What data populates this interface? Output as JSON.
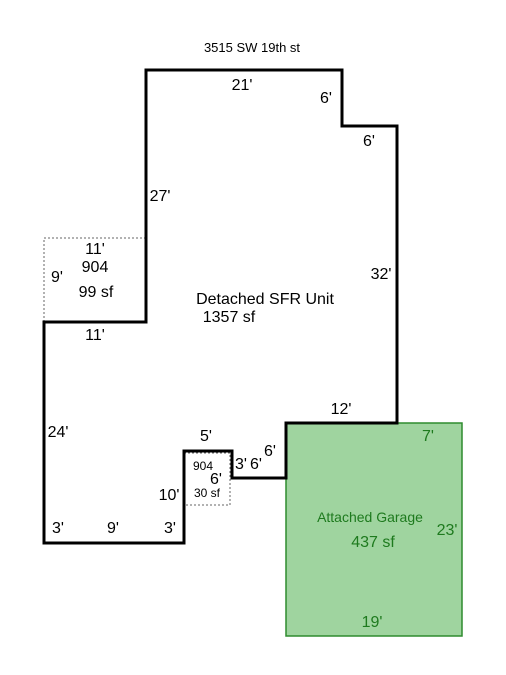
{
  "title": "3515 SW 19th st",
  "colors": {
    "wall": "#000000",
    "garage_fill": "#9fd49f",
    "garage_stroke": "#2e8b2e",
    "garage_text": "#1e7a1e",
    "dotted": "#666666"
  },
  "main_unit": {
    "name": "Detached SFR Unit",
    "area": "1357 sf",
    "dims": {
      "top": "21'",
      "notch_vertical": "6'",
      "notch_horizontal": "6'",
      "right": "32'",
      "bottom_right": "12'",
      "upper_left": "27'",
      "mid_left": "11'",
      "left": "24'",
      "bottom_left": "3'",
      "bottom_mid": "9'",
      "bottom_inner": "3'",
      "step_vertical": "10'",
      "step_top": "5'",
      "step_right_a": "3'",
      "step_right_b": "6'",
      "step_right_c": "6'"
    }
  },
  "annex_a": {
    "top": "11'",
    "code": "904",
    "side": "9'",
    "area": "99 sf"
  },
  "annex_b": {
    "code": "904",
    "dim": "6'",
    "area": "30 sf"
  },
  "garage": {
    "name": "Attached Garage",
    "area": "437 sf",
    "top": "7'",
    "right": "23'",
    "bottom": "19'"
  }
}
